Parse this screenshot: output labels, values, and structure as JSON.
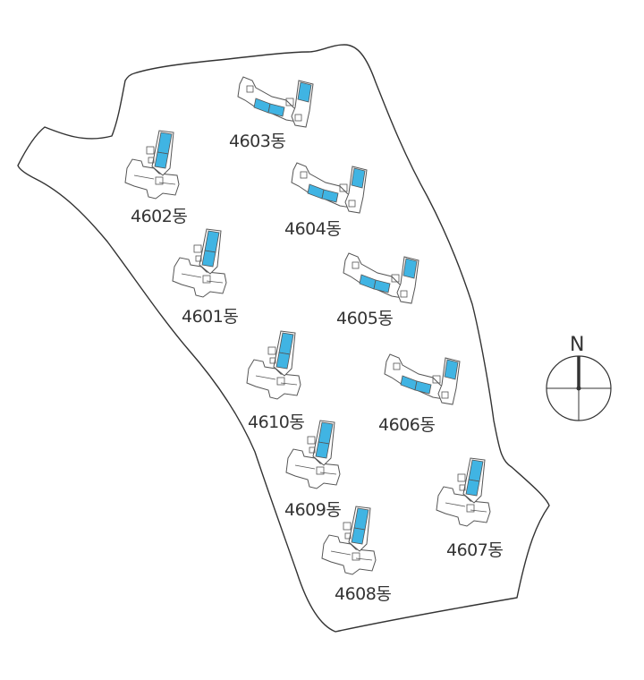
{
  "colors": {
    "outline": "#333333",
    "highlight_unit": "#40b4e3",
    "building_fill": "#ffffff",
    "text": "#333333"
  },
  "compass": {
    "label": "N",
    "icon": "compass-north-icon"
  },
  "buildings": [
    {
      "id": "4601",
      "label": "4601동",
      "style": "L-diag"
    },
    {
      "id": "4602",
      "label": "4602동",
      "style": "L-diag"
    },
    {
      "id": "4603",
      "label": "4603동",
      "style": "V"
    },
    {
      "id": "4604",
      "label": "4604동",
      "style": "V"
    },
    {
      "id": "4605",
      "label": "4605동",
      "style": "V"
    },
    {
      "id": "4606",
      "label": "4606동",
      "style": "V"
    },
    {
      "id": "4607",
      "label": "4607동",
      "style": "L-diag"
    },
    {
      "id": "4608",
      "label": "4608동",
      "style": "L-diag"
    },
    {
      "id": "4609",
      "label": "4609동",
      "style": "L-diag"
    },
    {
      "id": "4610",
      "label": "4610동",
      "style": "L-diag"
    }
  ]
}
